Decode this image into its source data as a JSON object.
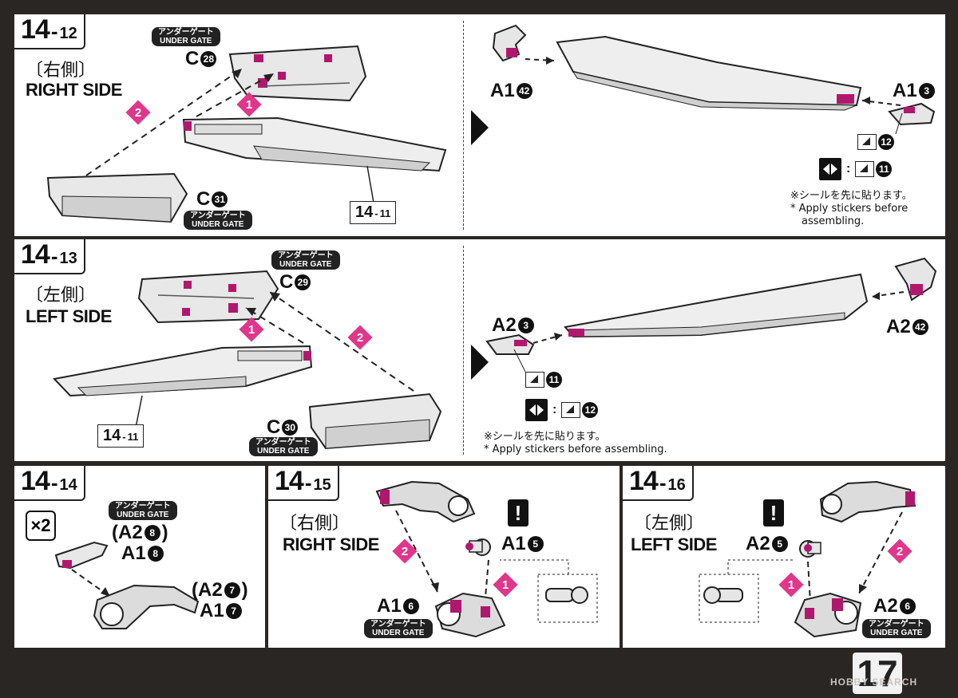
{
  "page_number": "17",
  "watermark": "HOBBY SEARCH",
  "panels": {
    "p1": {
      "step_main": "14",
      "step_sub": "12",
      "side_jp": "〔右側〕",
      "side_en": "RIGHT SIDE",
      "part_c28": "C",
      "part_c28_num": "28",
      "part_c31": "C",
      "part_c31_num": "31",
      "gate_jp": "アンダーゲート",
      "gate_en": "UNDER GATE",
      "ref_main": "14",
      "ref_sub": "11",
      "d1": "1",
      "d2": "2",
      "part_a1_42": "A1",
      "part_a1_42_num": "42",
      "part_a1_3": "A1",
      "part_a1_3_num": "3",
      "sticker_12": "12",
      "sticker_11": "11",
      "note_jp": "※シールを先に貼ります。",
      "note_en1": "* Apply stickers before",
      "note_en2": "assembling."
    },
    "p2": {
      "step_main": "14",
      "step_sub": "13",
      "side_jp": "〔左側〕",
      "side_en": "LEFT SIDE",
      "part_c29": "C",
      "part_c29_num": "29",
      "part_c30": "C",
      "part_c30_num": "30",
      "gate_jp": "アンダーゲート",
      "gate_en": "UNDER GATE",
      "ref_main": "14",
      "ref_sub": "11",
      "d1": "1",
      "d2": "2",
      "part_a2_3": "A2",
      "part_a2_3_num": "3",
      "part_a2_42": "A2",
      "part_a2_42_num": "42",
      "sticker_11": "11",
      "sticker_12": "12",
      "note_jp": "※シールを先に貼ります。",
      "note_en": "* Apply stickers before assembling."
    },
    "p3": {
      "step_main": "14",
      "step_sub": "14",
      "x2": "×2",
      "gate_jp": "アンダーゲート",
      "gate_en": "UNDER GATE",
      "paren_a2_8": "(A2",
      "paren_a2_8_num": "8",
      "a1_8": "A1",
      "a1_8_num": "8",
      "paren_a2_7": "(A2",
      "paren_a2_7_num": "7",
      "a1_7": "A1",
      "a1_7_num": "7"
    },
    "p4": {
      "step_main": "14",
      "step_sub": "15",
      "side_jp": "〔右側〕",
      "side_en": "RIGHT SIDE",
      "excl": "!",
      "a1_5": "A1",
      "a1_5_num": "5",
      "a1_6": "A1",
      "a1_6_num": "6",
      "gate_jp": "アンダーゲート",
      "gate_en": "UNDER GATE",
      "d1": "1",
      "d2": "2"
    },
    "p5": {
      "step_main": "14",
      "step_sub": "16",
      "side_jp": "〔左側〕",
      "side_en": "LEFT SIDE",
      "excl": "!",
      "a2_5": "A2",
      "a2_5_num": "5",
      "a2_6": "A2",
      "a2_6_num": "6",
      "gate_jp": "アンダーゲート",
      "gate_en": "UNDER GATE",
      "d1": "1",
      "d2": "2"
    }
  }
}
